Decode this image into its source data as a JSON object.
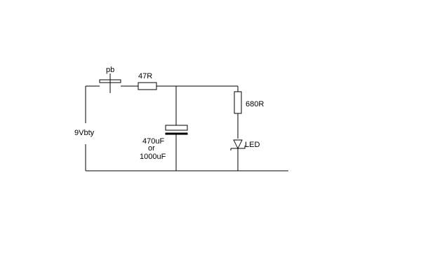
{
  "labels": {
    "pushbutton": "pb",
    "resistor_series": "47R",
    "resistor_led": "680R",
    "battery": "9Vbty",
    "capacitor_line1": "470uF",
    "capacitor_line2": "or",
    "capacitor_line3": "1000uF",
    "led": "LED"
  },
  "colors": {
    "ink": "#000000",
    "background": "#ffffff"
  }
}
